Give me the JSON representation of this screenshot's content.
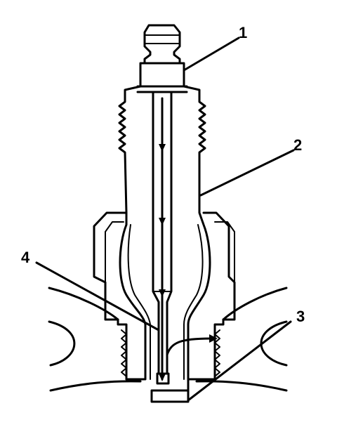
{
  "diagram": {
    "callouts": [
      {
        "label": "1",
        "part": "terminal"
      },
      {
        "label": "2",
        "part": "insulator"
      },
      {
        "label": "3",
        "part": "ground-electrode"
      },
      {
        "label": "4",
        "part": "center-electrode"
      }
    ],
    "colors": {
      "line": "#000000",
      "background": "#ffffff"
    },
    "current_flow_arrows": 5
  }
}
